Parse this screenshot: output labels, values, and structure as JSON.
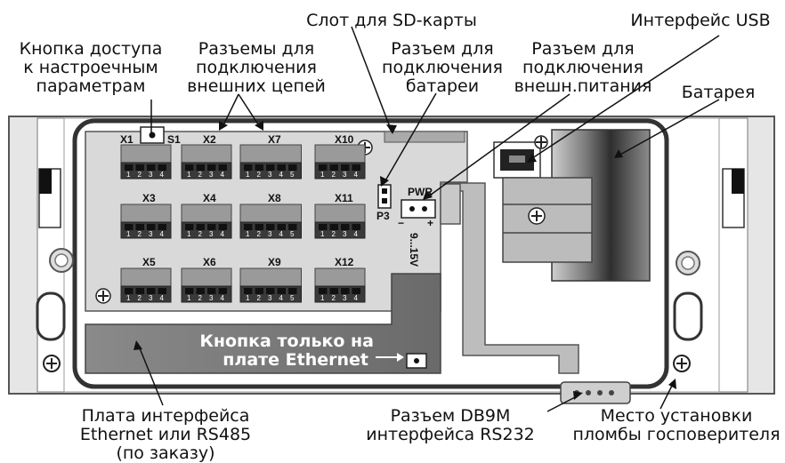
{
  "labels": {
    "sd_slot": "Слот для SD-карты",
    "usb": "Интерфейс USB",
    "settings_button": [
      "Кнопка доступа",
      "к настроечным",
      "параметрам"
    ],
    "ext_connectors": [
      "Разъемы для",
      "подключения",
      "внешних цепей"
    ],
    "battery_connector": [
      "Разъем для",
      "подключения",
      "батареи"
    ],
    "power_connector": [
      "Разъем для",
      "подключения",
      "внешн.питания"
    ],
    "battery": "Батарея",
    "ethernet_button": [
      "Кнопка только на",
      "плате Ethernet"
    ],
    "interface_board": [
      "Плата интерфейса",
      "Ethernet или RS485",
      "(по заказу)"
    ],
    "db9m": [
      "Разъем DB9M",
      "интерфейса RS232"
    ],
    "seal": [
      "Место установки",
      "пломбы госповерителя"
    ]
  },
  "connectors": {
    "row1": [
      "X1",
      "X2",
      "X7",
      "X10"
    ],
    "row2": [
      "X3",
      "X4",
      "X8",
      "X11"
    ],
    "row3": [
      "X5",
      "X6",
      "X9",
      "X12"
    ],
    "s1": "S1",
    "p3": "P3",
    "pwr": "PWR",
    "voltage": "9...15V",
    "plus": "+",
    "minus": "−"
  },
  "pins": {
    "four": [
      "1",
      "2",
      "3",
      "4"
    ],
    "five": [
      "1",
      "2",
      "3",
      "4",
      "5"
    ]
  }
}
